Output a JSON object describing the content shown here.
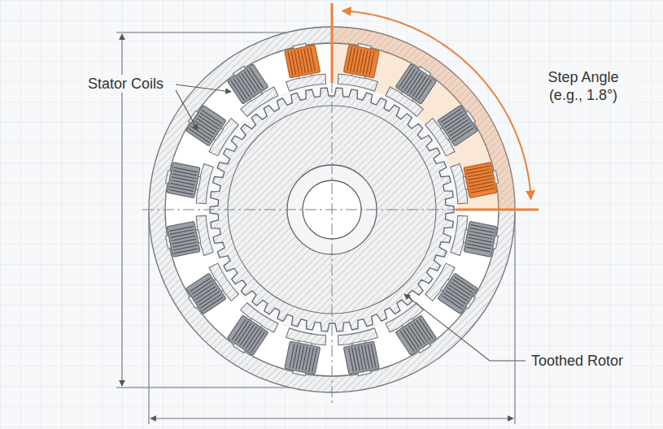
{
  "diagram": {
    "labels": [
      "Stator Coils",
      "Step Angle (e.g., 1.8°)",
      "Toothed Rotor"
    ]
  }
}
